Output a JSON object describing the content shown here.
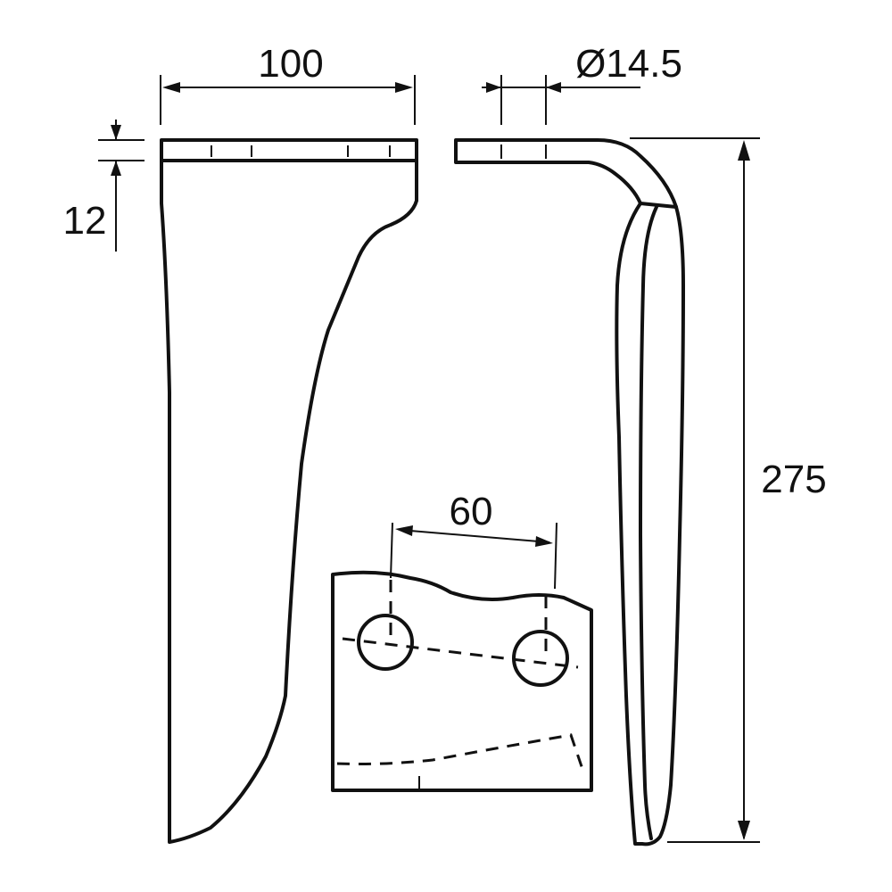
{
  "dimensions": {
    "width_label": "100",
    "thickness_label": "12",
    "hole_diameter_label": "Ø14.5",
    "length_label": "275",
    "hole_spacing_label": "60"
  }
}
